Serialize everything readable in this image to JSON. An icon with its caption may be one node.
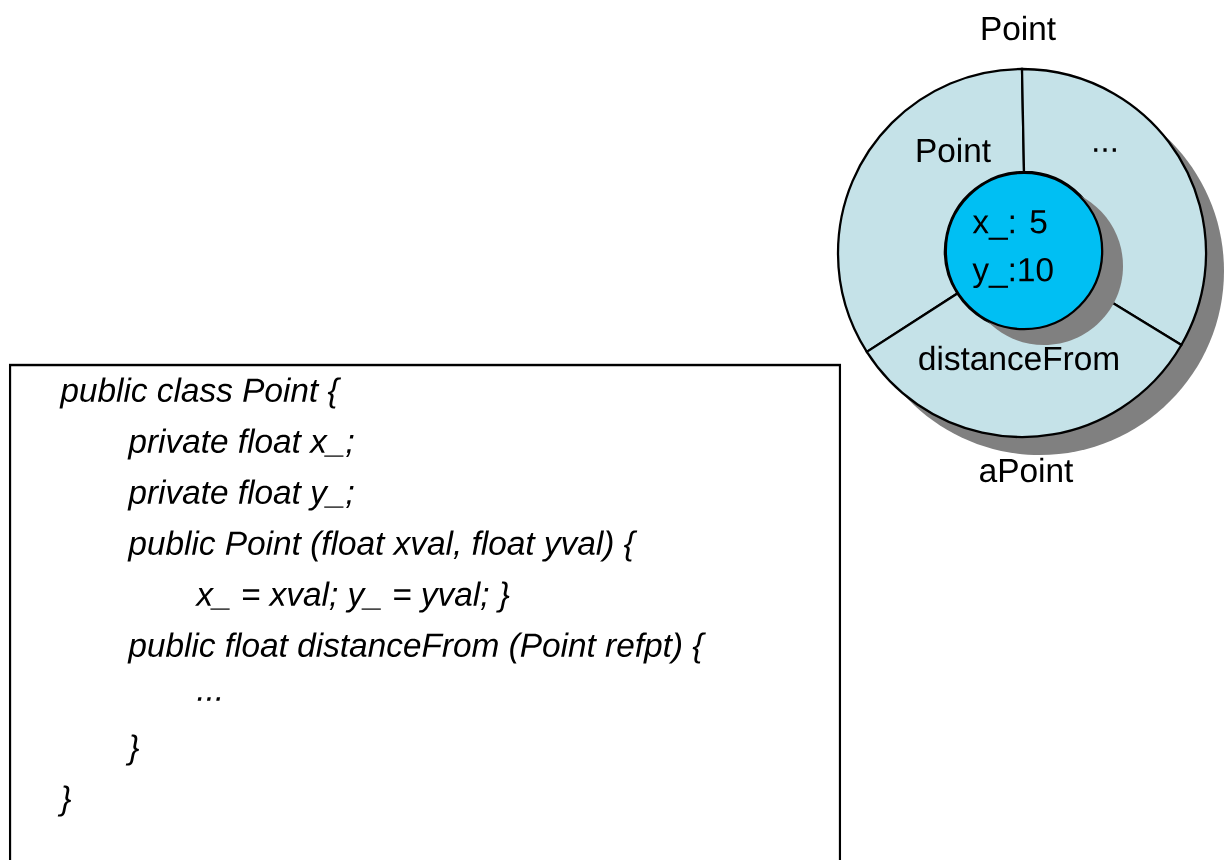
{
  "diagram": {
    "nodes": [
      {
        "text": [
          "public class Point {",
          "private float x_;",
          "private float y_;",
          "public Point (float xval, float yval) {",
          "x_ = xval; y_ = yval; }",
          "public float distanceFrom (Point refpt) {",
          "...",
          "}",
          "}"
        ]
      },
      {
        "text": [
          "Point"
        ],
        "beside": [
          "aPoint"
        ]
      },
      {
        "text": [
          "Point"
        ],
        "in": 1
      },
      {
        "text": [
          "..."
        ],
        "in": 1
      },
      {
        "text": [
          "distanceFrom"
        ],
        "in": 1
      },
      {
        "text": [
          "x_: 5",
          "y_:10"
        ],
        "in": 1
      }
    ]
  }
}
